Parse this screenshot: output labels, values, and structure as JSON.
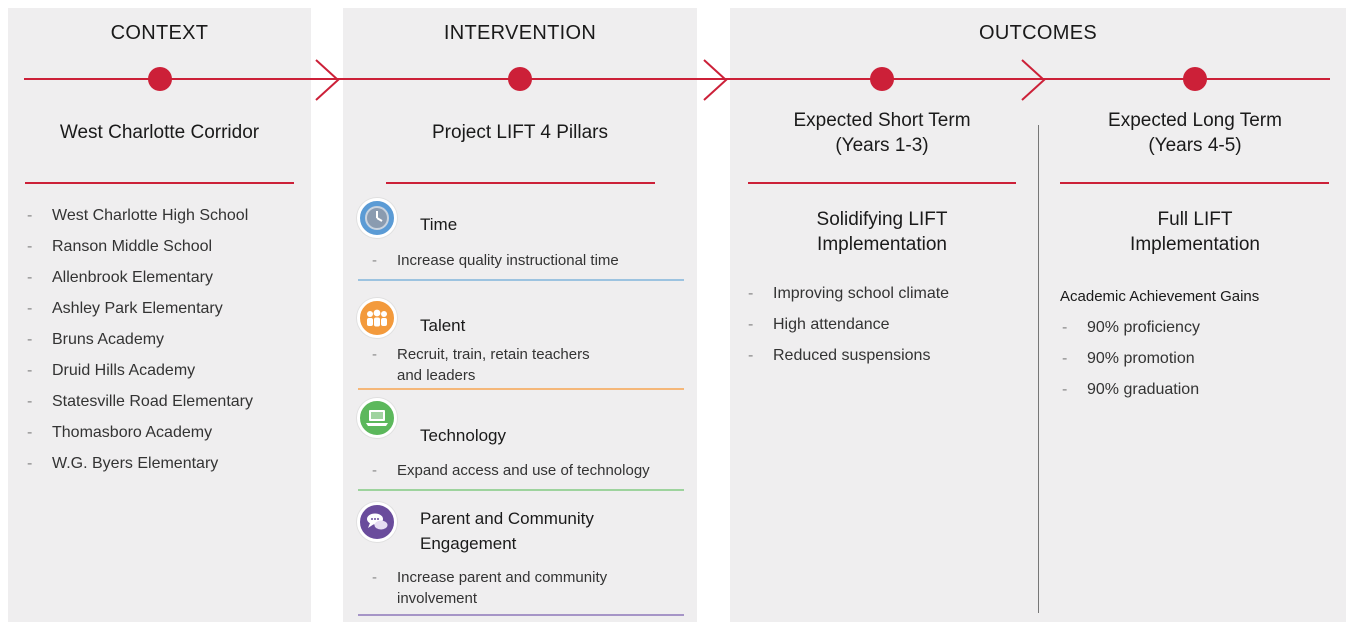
{
  "colors": {
    "panel_bg": "#efeeef",
    "accent_red": "#cc2038",
    "time_blue": "#5b9bd5",
    "talent_orange": "#f39a3c",
    "technology_green": "#5cb85c",
    "engagement_purple": "#6a4c9c"
  },
  "context": {
    "heading": "CONTEXT",
    "subtitle": "West Charlotte Corridor",
    "schools": [
      "West Charlotte High School",
      "Ranson Middle School",
      "Allenbrook Elementary",
      "Ashley Park Elementary",
      "Bruns Academy",
      "Druid Hills Academy",
      "Statesville Road Elementary",
      "Thomasboro Academy",
      "W.G. Byers Elementary"
    ]
  },
  "intervention": {
    "heading": "INTERVENTION",
    "subtitle": "Project LIFT 4 Pillars",
    "pillars": [
      {
        "title": "Time",
        "icon": "clock-icon",
        "desc": "Increase quality instructional time"
      },
      {
        "title": "Talent",
        "icon": "people-icon",
        "desc_line1": "Recruit, train, retain teachers",
        "desc_line2": "and leaders"
      },
      {
        "title": "Technology",
        "icon": "laptop-icon",
        "desc": "Expand access and use of technology"
      },
      {
        "title_line1": "Parent and Community",
        "title_line2": "Engagement",
        "icon": "chat-icon",
        "desc_line1": "Increase parent and community",
        "desc_line2": "involvement"
      }
    ]
  },
  "outcomes": {
    "heading": "OUTCOMES",
    "short_term": {
      "title_line1": "Expected Short Term",
      "title_line2": "(Years 1-3)",
      "focus_line1": "Solidifying LIFT",
      "focus_line2": "Implementation",
      "items": [
        "Improving school climate",
        "High attendance",
        "Reduced suspensions"
      ]
    },
    "long_term": {
      "title_line1": "Expected Long Term",
      "title_line2": "(Years 4-5)",
      "focus_line1": "Full LIFT",
      "focus_line2": "Implementation",
      "gains_label": "Academic Achievement Gains",
      "items": [
        "90% proficiency",
        "90% promotion",
        "90% graduation"
      ]
    }
  }
}
